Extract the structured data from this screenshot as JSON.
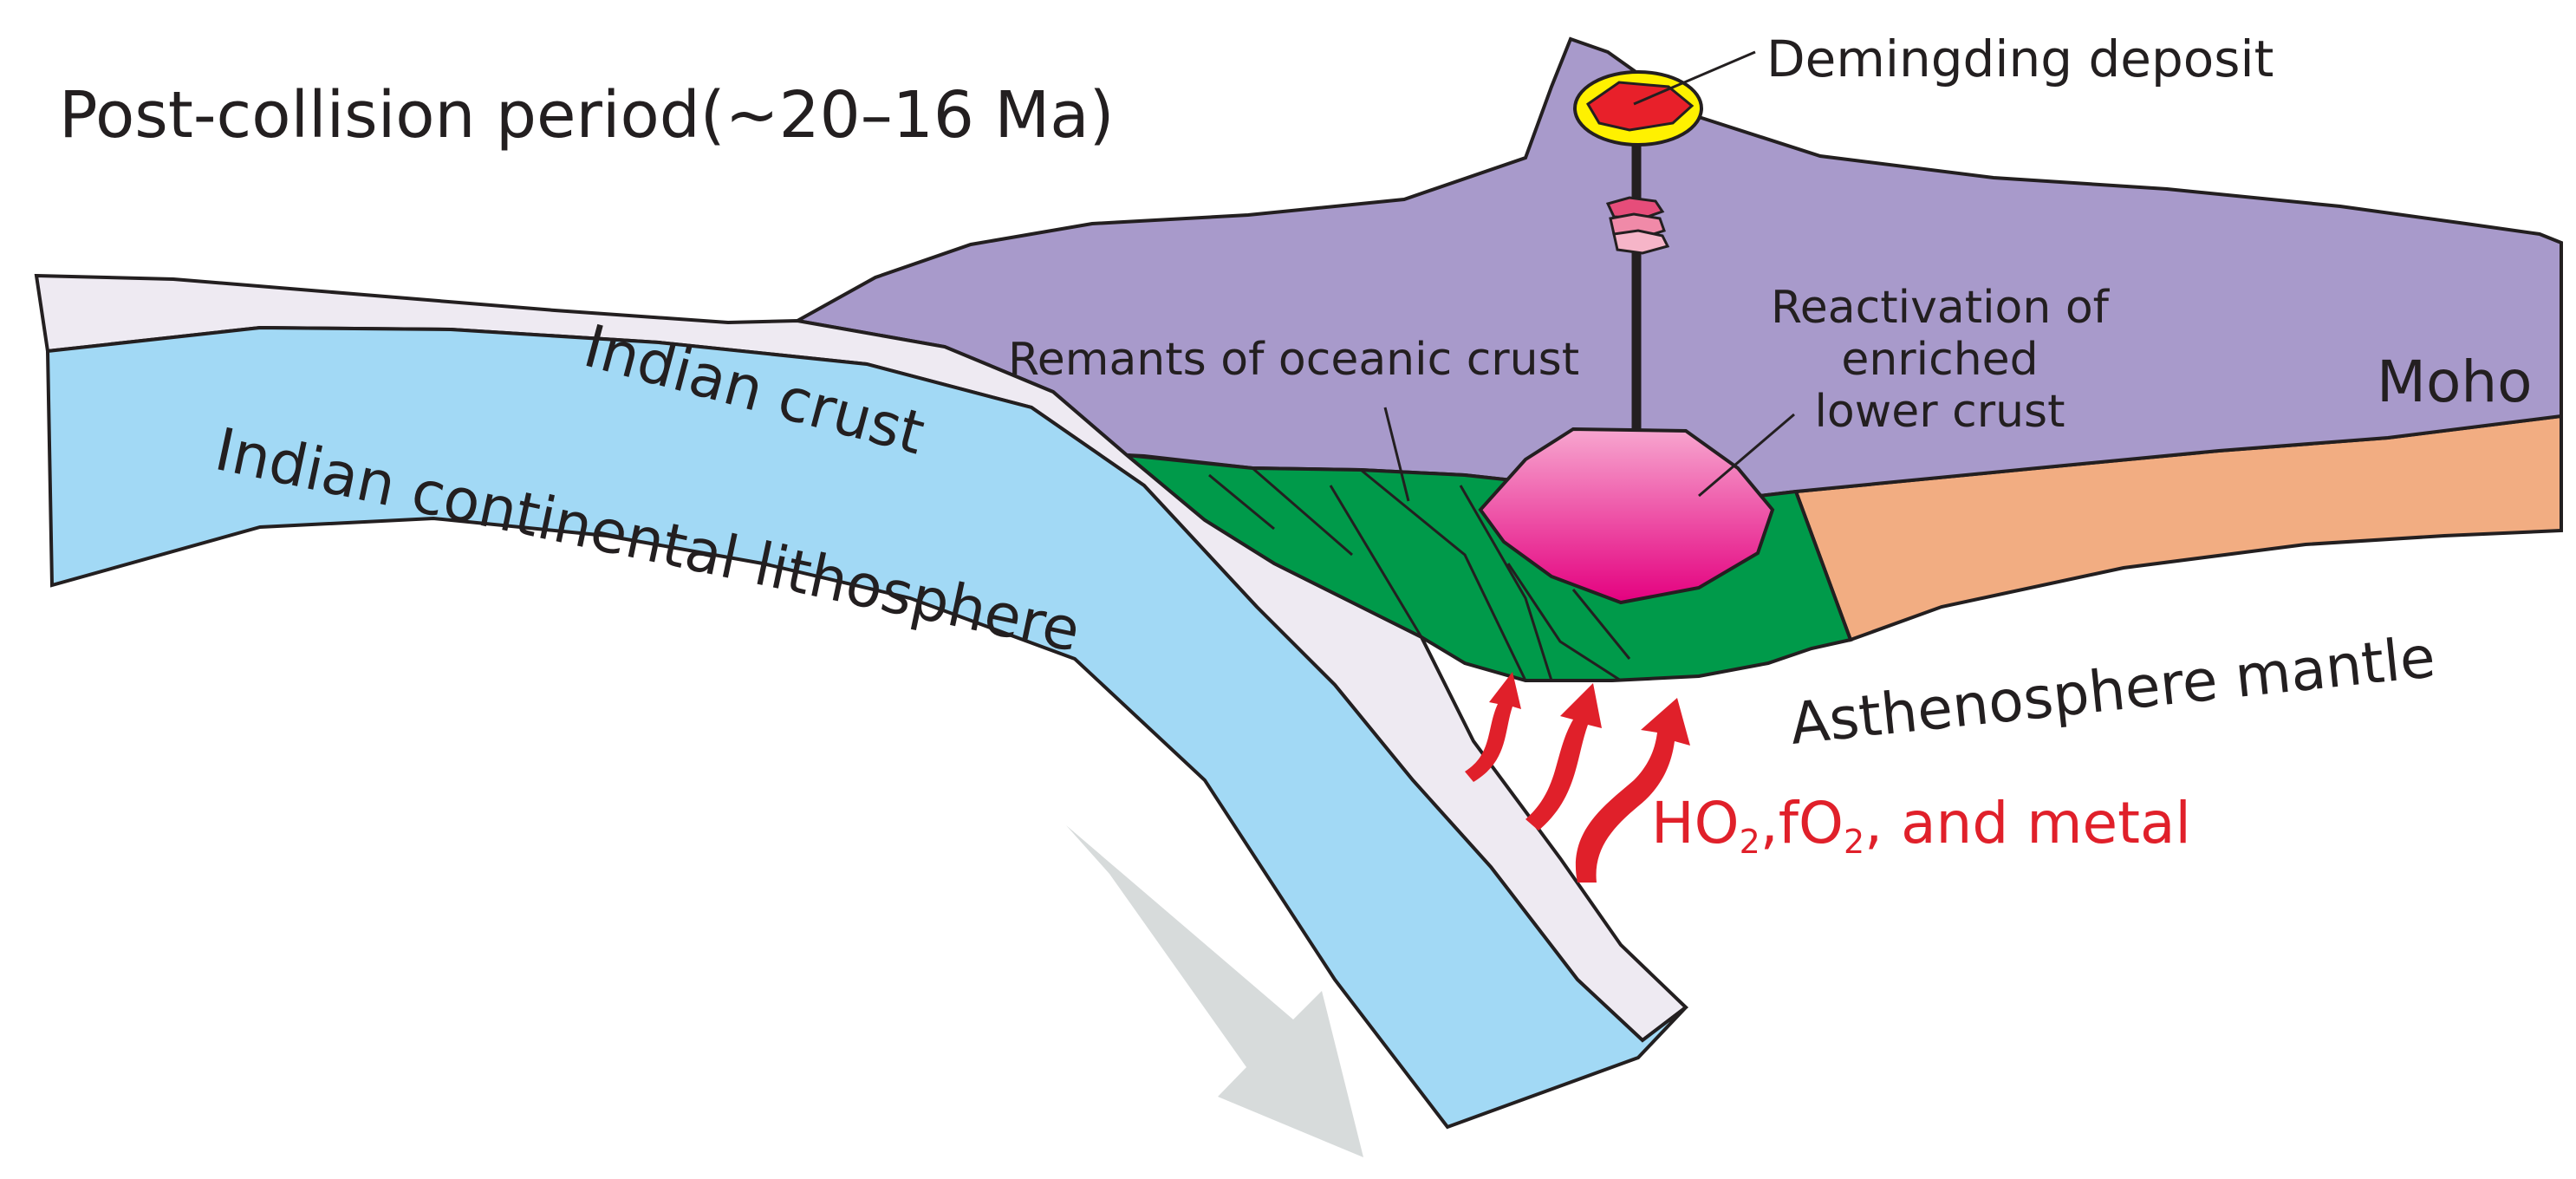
{
  "title": "Post-collision period(~20–16 Ma)",
  "labels": {
    "deposit": "Demingding deposit",
    "indian_crust": "Indian crust",
    "indian_lithosphere": "Indian continental lithosphere",
    "oceanic_remnants": "Remants of oceanic crust",
    "reactivation_line1": "Reactivation of",
    "reactivation_line2": "enriched",
    "reactivation_line3": "lower crust",
    "moho": "Moho",
    "asthenosphere": "Asthenosphere mantle",
    "fluids_ho": "HO",
    "fluids_sub1": "2",
    "fluids_fo": ",fO",
    "fluids_sub2": "2",
    "fluids_rest": ", and metal"
  },
  "colors": {
    "upper_crust": "#a89acb",
    "lower_crust_right": "#f2ad82",
    "oceanic_remnants": "#009a4a",
    "indian_crust": "#eeeaf2",
    "indian_lithosphere": "#a2d9f5",
    "enriched_lower_crust": "#e4007f",
    "deposit_core": "#e8202a",
    "deposit_halo": "#fff100",
    "fluid_arrows": "#e0202a",
    "subduction_arrow": "#d7dbdb",
    "outline": "#231f20"
  }
}
